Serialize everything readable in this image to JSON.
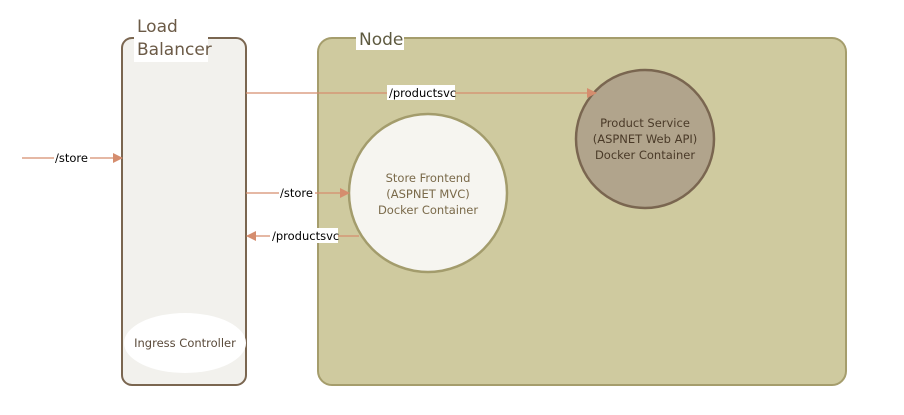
{
  "load_balancer": {
    "title_line1": "Load",
    "title_line2": "Balancer",
    "ingress_label": "Ingress Controller"
  },
  "node": {
    "title": "Node"
  },
  "store_frontend": {
    "line1": "Store Frontend",
    "line2": "(ASPNET MVC)",
    "line3": "Docker Container"
  },
  "product_service": {
    "line1": "Product Service",
    "line2": "(ASPNET Web API)",
    "line3": "Docker Container"
  },
  "routes": {
    "incoming_store": "/store",
    "lb_to_product": "/productsvc",
    "lb_to_frontend": "/store",
    "frontend_to_lb": "/productsvc"
  },
  "colors": {
    "lb_fill": "#f2f1ed",
    "lb_border": "#7a6650",
    "node_fill": "#cfca9f",
    "node_border": "#a59d6c",
    "frontend_fill": "#f6f5f0",
    "frontend_border": "#a39c6c",
    "product_fill": "#b1a48c",
    "product_border": "#7a6650",
    "arrow": "#d58d6e"
  }
}
